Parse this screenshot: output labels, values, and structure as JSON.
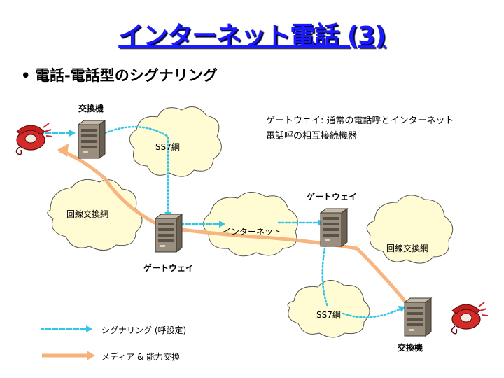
{
  "title": "インターネット電話 (3)",
  "bullet": "電話-電話型のシグナリング",
  "labels": {
    "exchange_top": "交換機",
    "ss7_top": "SS7網",
    "gateway_note_1": "ゲートウェイ: 通常の電話呼とインターネット",
    "gateway_note_2": "電話呼の相互接続機器",
    "gateway_right": "ゲートウェイ",
    "circuit_left": "回線交換網",
    "internet": "インターネット",
    "circuit_right": "回線交換網",
    "gateway_left": "ゲートウェイ",
    "ss7_bottom": "SS7網",
    "exchange_bottom": "交換機"
  },
  "legend": {
    "signaling": "シグナリング (呼設定)",
    "media": "メディア & 能力交換"
  },
  "colors": {
    "title": "#1a1aff",
    "signaling": "#33c4e6",
    "media": "#f7b27a",
    "cloud_fill": "#fffbd2"
  },
  "icons": {
    "telephone": "red-telephone-icon",
    "server": "server-tower-icon"
  }
}
